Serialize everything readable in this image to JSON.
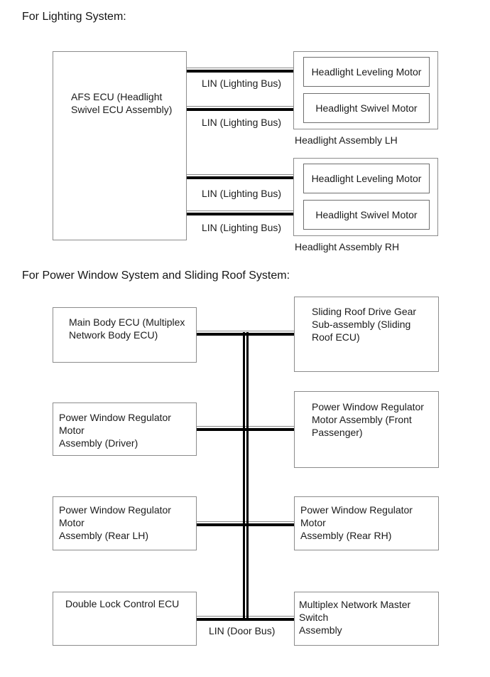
{
  "colors": {
    "background": "#ffffff",
    "bus_black": "#000000",
    "bus_thin_line": "#8a8a8a",
    "box_border": "#8c8c8c",
    "motor_box_border": "#6f6f6f",
    "text": "#1b1b1b"
  },
  "lighting_system": {
    "heading": "For Lighting System:",
    "afs_ecu_label": "AFS ECU (Headlight\nSwivel ECU Assembly)",
    "bus_labels": [
      "LIN (Lighting Bus)",
      "LIN (Lighting Bus)",
      "LIN (Lighting Bus)",
      "LIN (Lighting Bus)"
    ],
    "assembly_lh": {
      "leveling_motor": "Headlight Leveling Motor",
      "swivel_motor": "Headlight Swivel Motor",
      "caption": "Headlight Assembly LH"
    },
    "assembly_rh": {
      "leveling_motor": "Headlight Leveling Motor",
      "swivel_motor": "Headlight Swivel Motor",
      "caption": "Headlight Assembly RH"
    }
  },
  "power_window_system": {
    "heading": "For Power Window System and Sliding Roof System:",
    "nodes": {
      "main_body_ecu": "Main Body ECU (Multiplex\nNetwork Body ECU)",
      "sliding_roof_ecu": "Sliding Roof Drive Gear\nSub-assembly (Sliding\nRoof ECU)",
      "pw_driver": "Power Window Regulator Motor\nAssembly (Driver)",
      "pw_front_passenger": "Power Window Regulator\nMotor Assembly (Front\nPassenger)",
      "pw_rear_lh": "Power Window Regulator Motor\nAssembly (Rear LH)",
      "pw_rear_rh": "Power Window Regulator Motor\nAssembly (Rear RH)",
      "double_lock_ecu": "Double Lock Control ECU",
      "master_switch": "Multiplex Network Master Switch\nAssembly"
    },
    "bus_label": "LIN (Door Bus)"
  }
}
